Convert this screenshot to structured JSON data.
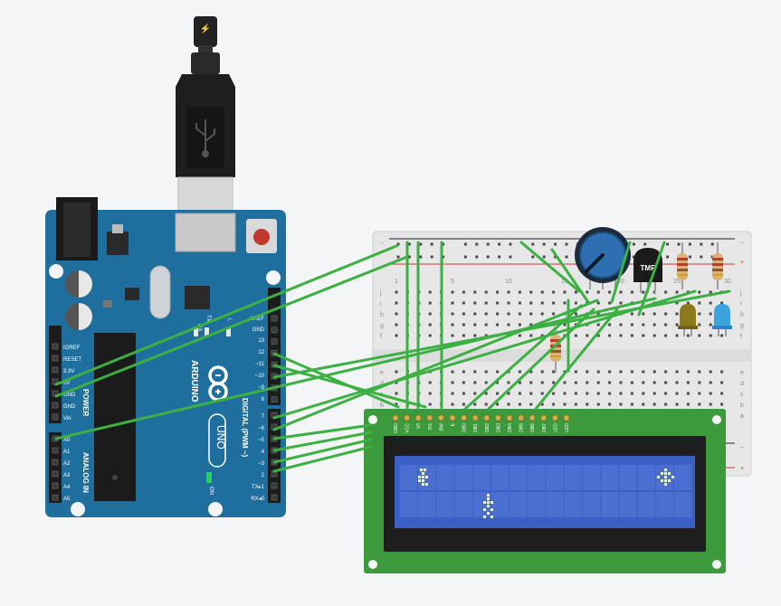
{
  "arduino": {
    "brand": "ARDUINO",
    "model": "UNO",
    "power_group": "POWER",
    "analog_group": "ANALOG IN",
    "digital_group": "DIGITAL (PWM ~)",
    "on_label": "ON",
    "tx_label": "TX",
    "rx_label": "RX",
    "l_label": "L",
    "power_pins": [
      "IOREF",
      "RESET",
      "3.3V",
      "5V",
      "GND",
      "GND",
      "Vin"
    ],
    "analog_pins": [
      "A0",
      "A1",
      "A2",
      "A3",
      "A4",
      "A5"
    ],
    "digital_top_pins": [
      "AREF",
      "GND",
      "13",
      "12",
      "~11",
      "~10",
      "~9",
      "8"
    ],
    "digital_bottom_pins": [
      "7",
      "~6",
      "~5",
      "4",
      "~3",
      "2",
      "TX▸1",
      "RX◂0"
    ]
  },
  "usb": {
    "plug_symbol": "⚡"
  },
  "breadboard": {
    "rail_minus": "–",
    "rail_plus": "+",
    "row_letters_top": [
      "j",
      "i",
      "h",
      "g",
      "f"
    ],
    "row_letters_bottom": [
      "e",
      "d",
      "c",
      "b",
      "a"
    ],
    "column_numbers": [
      "1",
      "5",
      "10",
      "15",
      "20",
      "25",
      "30"
    ]
  },
  "sensor": {
    "label": "TMP"
  },
  "lcd": {
    "pin_labels": [
      "GND",
      "VCC",
      "V0",
      "RS",
      "RW",
      "E",
      "DB0",
      "DB1",
      "DB2",
      "DB3",
      "DB4",
      "DB5",
      "DB6",
      "DB7",
      "LED",
      "LED"
    ],
    "screen_color": "#3b5fc4",
    "glyph_color": "#e9eef9"
  },
  "colors": {
    "arduino_board": "#1f6f9e",
    "wire": "#3cb043",
    "pcb_green": "#3c9a3c",
    "led_yellow": "#8a7a1c",
    "led_blue": "#3aa3e0"
  },
  "icons": [
    "usb-symbol-icon",
    "power-bolt-icon",
    "infinity-logo-icon",
    "reset-button-icon"
  ]
}
